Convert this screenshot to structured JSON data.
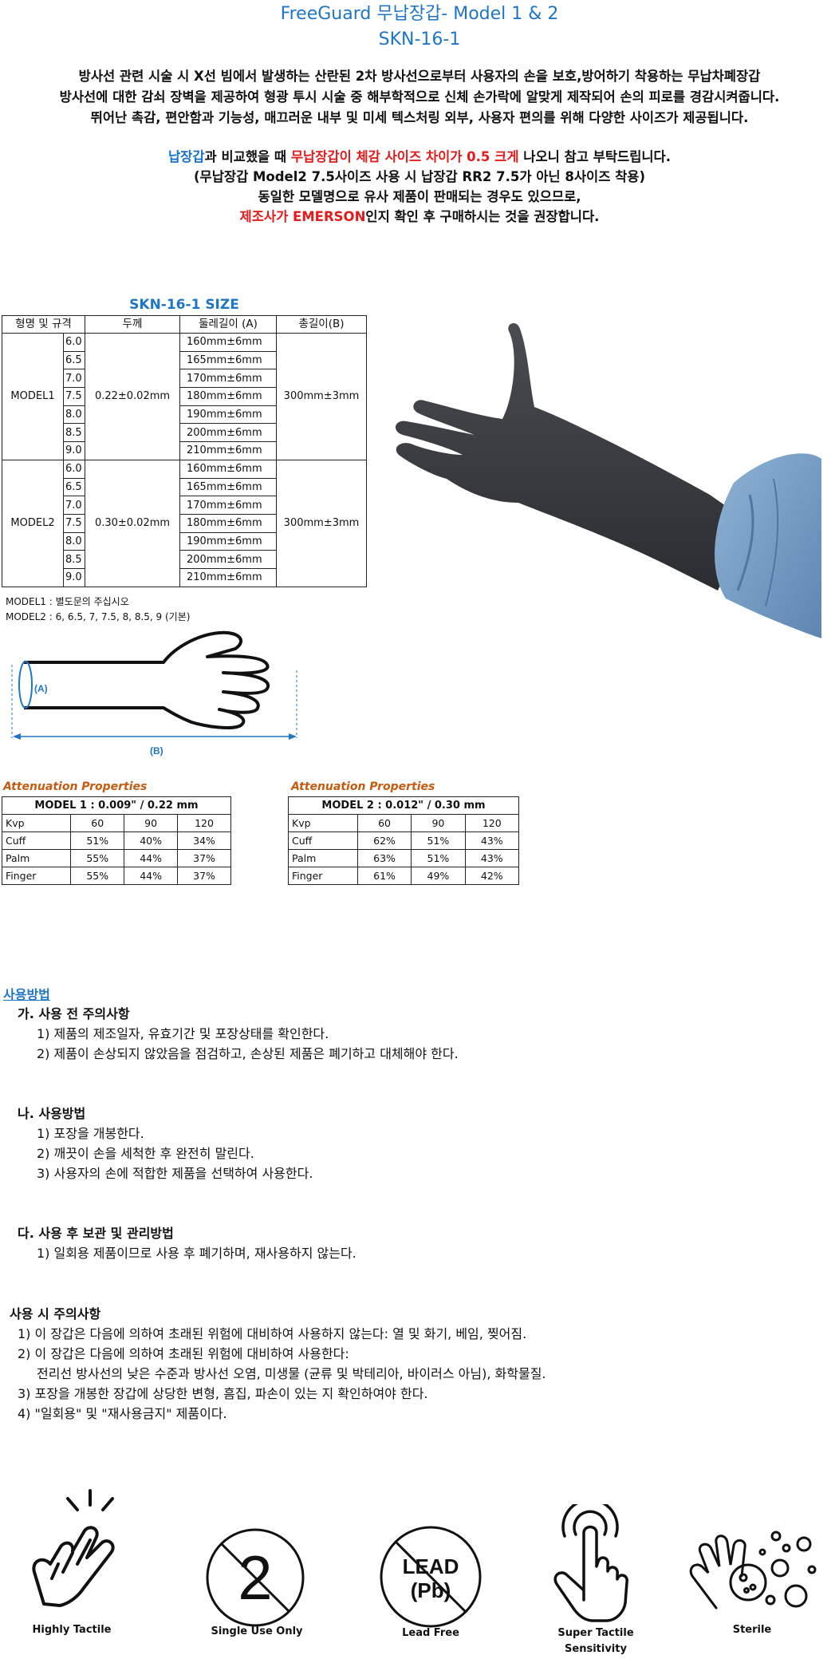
{
  "header": {
    "title_line1": "FreeGuard 무납장갑- Model 1 & 2",
    "title_line2": "SKN-16-1"
  },
  "intro": [
    "방사선 관련 시술 시 X선 빔에서 발생하는 산란된 2차 방사선으로부터 사용자의 손을 보호,방어하기 착용하는 무납차폐장갑",
    "방사선에 대한 감쇠 장벽을 제공하여 형광 투시 시술 중 해부학적으로 신체 손가락에 알맞게 제작되어 손의 피로를 경감시켜줍니다.",
    "뛰어난 촉감, 편안함과 기능성, 매끄러운 내부 및 미세 텍스처링 외부, 사용자 편의를 위해 다양한 사이즈가 제공됩니다."
  ],
  "notice": {
    "l1_a": "납장갑",
    "l1_b": "과 비교했을 때 ",
    "l1_c": "무납장갑이 체감 사이즈 차이가 0.5 크게",
    "l1_d": " 나오니 참고 부탁드립니다.",
    "l2": "(무납장갑 Model2 7.5사이즈 사용 시 납장갑 RR2 7.5가 아닌 8사이즈 착용)",
    "l3": "동일한 모델명으로 유사 제품이 판매되는 경우도 있으므로,",
    "l4_a": "제조사가 EMERSON",
    "l4_b": "인지 확인 후 구매하시는 것을 권장합니다."
  },
  "size_table": {
    "title": "SKN-16-1 SIZE",
    "headers": [
      "형명 및 규격",
      "두께",
      "둘레길이 (A)",
      "총길이(B)"
    ],
    "groups": [
      {
        "model": "MODEL1",
        "thickness": "0.22±0.02mm",
        "length": "300mm±3mm",
        "sizes": [
          "6.0",
          "6.5",
          "7.0",
          "7.5",
          "8.0",
          "8.5",
          "9.0"
        ],
        "circ": [
          "160mm±6mm",
          "165mm±6mm",
          "170mm±6mm",
          "180mm±6mm",
          "190mm±6mm",
          "200mm±6mm",
          "210mm±6mm"
        ]
      },
      {
        "model": "MODEL2",
        "thickness": "0.30±0.02mm",
        "length": "300mm±3mm",
        "sizes": [
          "6.0",
          "6.5",
          "7.0",
          "7.5",
          "8.0",
          "8.5",
          "9.0"
        ],
        "circ": [
          "160mm±6mm",
          "165mm±6mm",
          "170mm±6mm",
          "180mm±6mm",
          "190mm±6mm",
          "200mm±6mm",
          "210mm±6mm"
        ]
      }
    ],
    "note1": "MODEL1 : 별도문의 주십시오",
    "note2": "MODEL2 : 6, 6.5, 7, 7.5, 8, 8.5, 9 (기본)"
  },
  "diagram": {
    "label_a": "(A)",
    "label_b": "(B)"
  },
  "attenuation": [
    {
      "caption": "Attenuation Properties",
      "title": "MODEL 1 : 0.009\" / 0.22 mm",
      "kvp": [
        "Kvp",
        "60",
        "90",
        "120"
      ],
      "rows": [
        [
          "Cuff",
          "51%",
          "40%",
          "34%"
        ],
        [
          "Palm",
          "55%",
          "44%",
          "37%"
        ],
        [
          "Finger",
          "55%",
          "44%",
          "37%"
        ]
      ]
    },
    {
      "caption": "Attenuation Properties",
      "title": "MODEL 2 : 0.012\" / 0.30 mm",
      "kvp": [
        "Kvp",
        "60",
        "90",
        "120"
      ],
      "rows": [
        [
          "Cuff",
          "62%",
          "51%",
          "43%"
        ],
        [
          "Palm",
          "63%",
          "51%",
          "43%"
        ],
        [
          "Finger",
          "61%",
          "49%",
          "42%"
        ]
      ]
    }
  ],
  "usage": {
    "heading": "사용방법",
    "a_head": "가. 사용 전 주의사항",
    "a1": "1) 제품의 제조일자, 유효기간 및 포장상태를 확인한다.",
    "a2": "2) 제품이 손상되지 않았음을 점검하고, 손상된 제품은 폐기하고 대체해야 한다.",
    "b_head": "나. 사용방법",
    "b1": "1) 포장을 개봉한다.",
    "b2": "2) 깨끗이 손을 세척한 후 완전히 말린다.",
    "b3": "3) 사용자의 손에 적합한 제품을 선택하여 사용한다.",
    "c_head": "다. 사용 후 보관 및 관리방법",
    "c1": "1) 일회용 제품이므로 사용 후 폐기하며, 재사용하지 않는다."
  },
  "caution": {
    "heading": "사용 시 주의사항",
    "l1": "1) 이 장갑은 다음에 의하여 초래된 위험에 대비하여 사용하지 않는다: 열 및 화기, 베임, 찢어짐.",
    "l2": "2) 이 장갑은 다음에 의하여 초래된 위험에 대비하여 사용한다:",
    "l2b": "전리선 방사선의 낮은 수준과 방사선 오염, 미생물 (균류 및 박테리아, 바이러스 아님), 화학물질.",
    "l3": "3) 포장을 개봉한 장갑에 상당한 변형, 흠집, 파손이 있는 지 확인하여야 한다.",
    "l4": "4) \"일회용\" 및 \"재사용금지\" 제품이다."
  },
  "icons": {
    "tactile": "Highly Tactile",
    "single": "Single Use Only",
    "single_glyph": "2",
    "lead": "Lead Free",
    "lead_glyph1": "LEAD",
    "lead_glyph2": "(Pb)",
    "super_l1": "Super Tactile",
    "super_l2": "Sensitivity",
    "sterile": "Sterile"
  }
}
